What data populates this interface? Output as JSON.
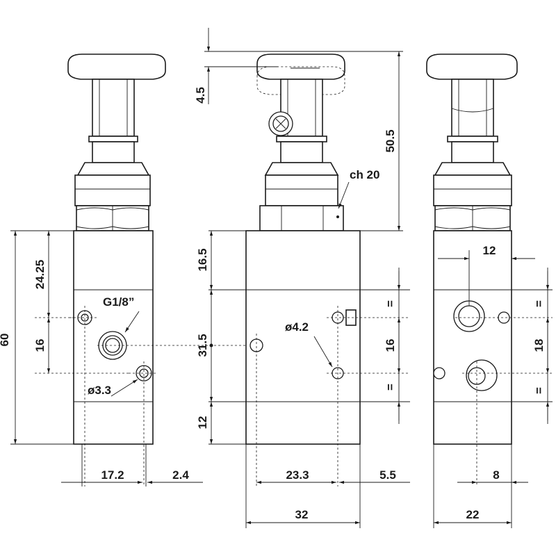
{
  "dimensions": {
    "knob_travel": "4.5",
    "overall_height_top": "50.5",
    "hex_size": "ch 20",
    "body_height": "60",
    "top_section_left": "24.25",
    "port_spacing_left": "16",
    "top_section_mid": "16.5",
    "port_spacing_mid": "31.5",
    "bottom_section": "12",
    "width_left_a": "17.2",
    "width_left_b": "2.4",
    "width_mid_a": "23.3",
    "width_mid_b": "5.5",
    "body_width_mid": "32",
    "port_spacing_mid_small": "16",
    "equal_mark": "=",
    "right_offset": "12",
    "right_spacing": "18",
    "right_width_small": "8",
    "body_width_right": "22"
  },
  "labels": {
    "thread": "G1/8”",
    "hole_left": "ø3.3",
    "hole_mid": "ø4.2"
  }
}
